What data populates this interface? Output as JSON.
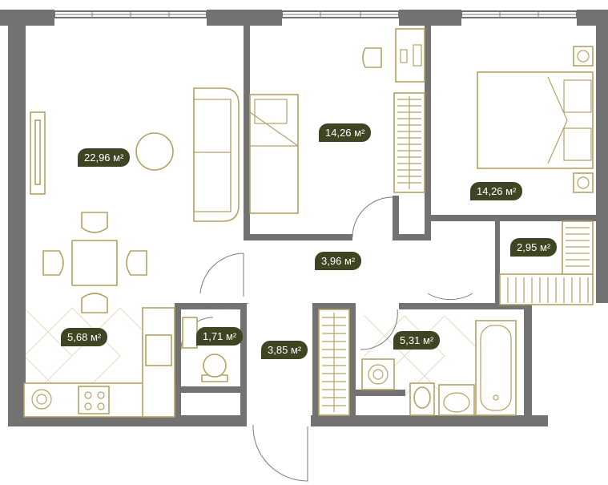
{
  "rooms": [
    {
      "id": "living",
      "area": "22,96",
      "unit": "м²"
    },
    {
      "id": "bedroom-1",
      "area": "14,26",
      "unit": "м²"
    },
    {
      "id": "bedroom-2",
      "area": "14,26",
      "unit": "м²"
    },
    {
      "id": "wardrobe",
      "area": "2,95",
      "unit": "м²"
    },
    {
      "id": "corridor",
      "area": "3,96",
      "unit": "м²"
    },
    {
      "id": "kitchen",
      "area": "5,68",
      "unit": "м²"
    },
    {
      "id": "wc",
      "area": "1,71",
      "unit": "м²"
    },
    {
      "id": "hall",
      "area": "3,85",
      "unit": "м²"
    },
    {
      "id": "bathroom",
      "area": "5,31",
      "unit": "м²"
    }
  ],
  "colors": {
    "wall": "#727272",
    "furniture": "#b4a263",
    "badge": "#3e4523",
    "badge_text": "#ffffff"
  }
}
